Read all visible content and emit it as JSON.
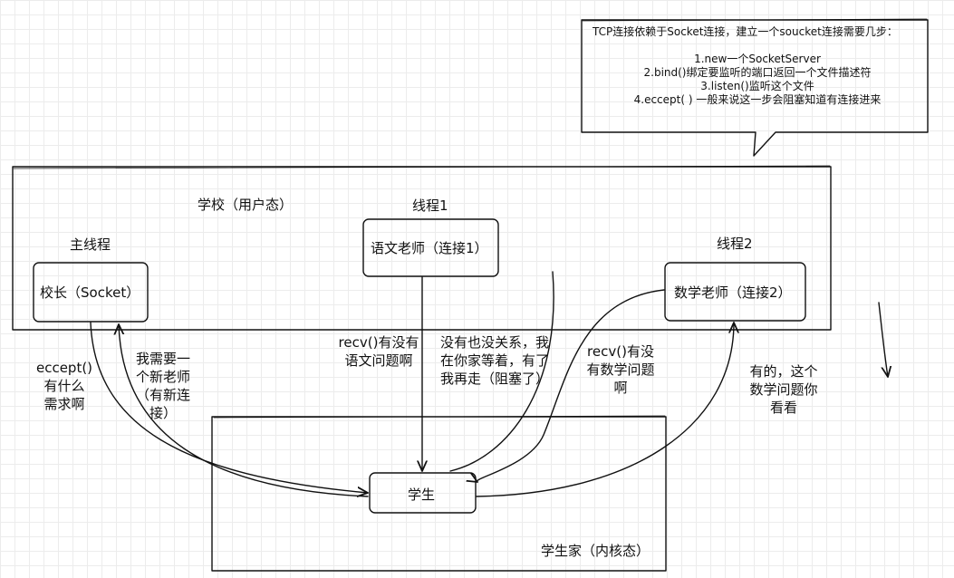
{
  "callout": {
    "heading": "TCP连接依赖于Socket连接，建立一个soucket连接需要几步：",
    "steps": [
      "1.new一个SocketServer",
      "2.bind()绑定要监听的端口返回一个文件描述符",
      "3.listen()监听这个文件",
      "4.eccept( ) 一般来说这一步会阻塞知道有连接进来"
    ]
  },
  "school": {
    "title": "学校（用户态）",
    "main_thread_label": "主线程",
    "principal": "校长（Socket）",
    "thread1_label": "线程1",
    "chinese_teacher": "语文老师（连接1）",
    "thread2_label": "线程2",
    "math_teacher": "数学老师（连接2）"
  },
  "home": {
    "title": "学生家（内核态）",
    "student": "学生"
  },
  "messages": {
    "eccept": [
      "eccept()",
      "有什么",
      "需求啊"
    ],
    "need_teacher": [
      "我需要一",
      "个新老师",
      "（有新连",
      "接）"
    ],
    "recv_chinese": [
      "recv()有没有",
      "语文问题啊"
    ],
    "wait": [
      "没有也没关系，我",
      "在你家等着，有了",
      "我再走（阻塞了）"
    ],
    "recv_math": [
      "recv()有没",
      "有数学问题",
      "啊"
    ],
    "yes_math": [
      "有的，这个",
      "数学问题你",
      "看看"
    ]
  }
}
